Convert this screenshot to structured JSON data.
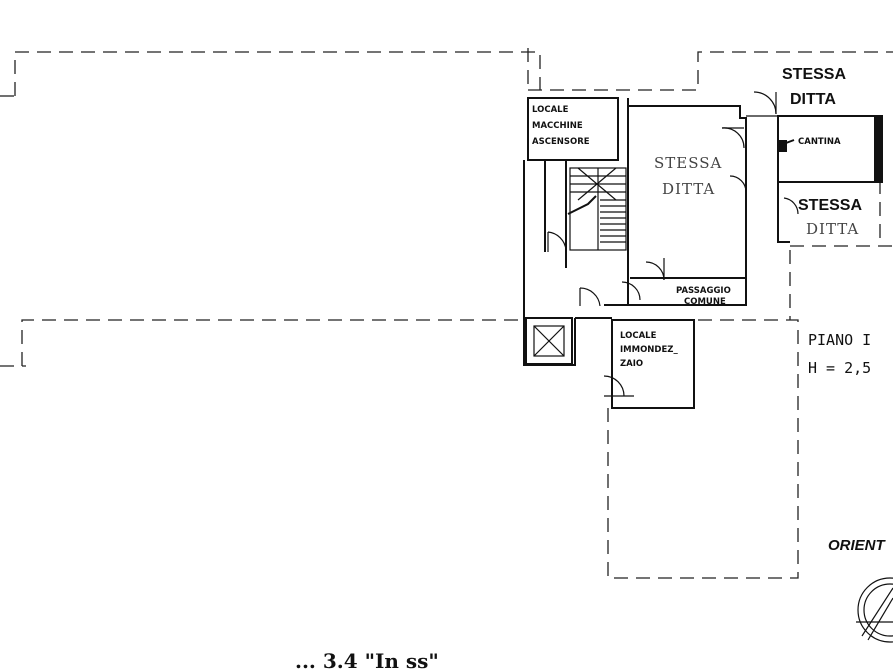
{
  "plan": {
    "labels": {
      "stessa_ditta_top_line1": "STESSA",
      "stessa_ditta_top_line2": "DITTA",
      "locale_macchine_line1": "LOCALE",
      "locale_macchine_line2": "MACCHINE",
      "locale_macchine_line3": "ASCENSORE",
      "stessa_ditta_mid_line1": "STESSA",
      "stessa_ditta_mid_line2": "DITTA",
      "cantina": "CANTINA",
      "stessa_ditta_right_line1": "STESSA",
      "stessa_ditta_right_line2": "DITTA",
      "passaggio_line1": "PASSAGGIO",
      "passaggio_line2": "COMUNE",
      "locale_immondezzaio_line1": "LOCALE",
      "locale_immondezzaio_line2": "IMMONDEZ_",
      "locale_immondezzaio_line3": "ZAIO",
      "piano": "PIANO I",
      "height": "H = 2,5",
      "orientamento": "ORIENT",
      "bottom_scribble": "... 3.4 \"In ss\""
    },
    "icons": [
      "stair-icon",
      "elevator-shaft-icon",
      "door-swing-icon",
      "compass-icon"
    ]
  }
}
